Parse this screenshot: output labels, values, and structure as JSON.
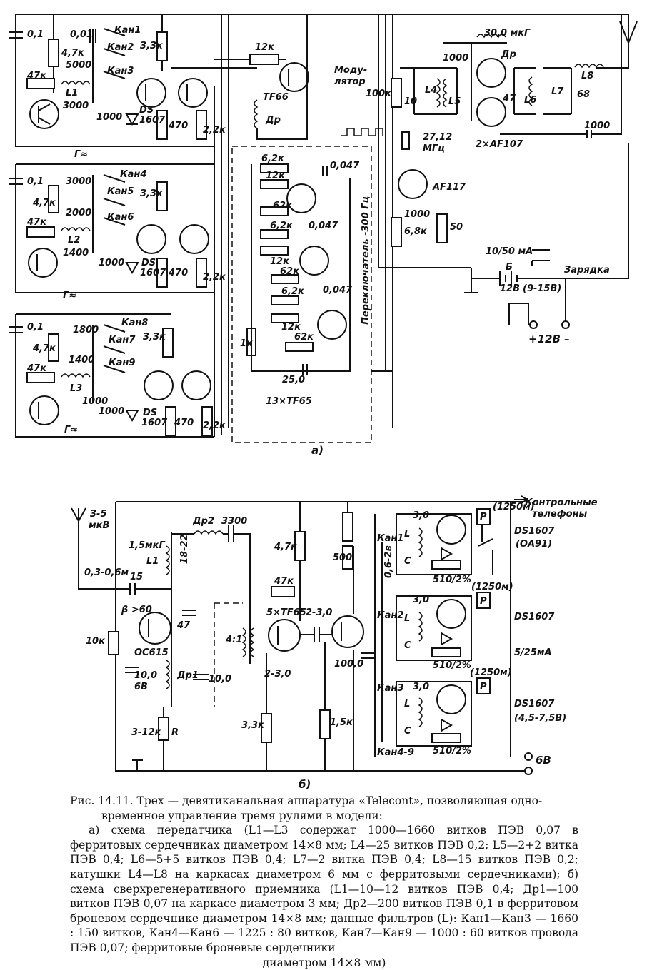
{
  "figure": {
    "part_a_label": "а)",
    "part_b_label": "б)"
  },
  "transmitter": {
    "transistor_labels": {
      "tf66": "TF66",
      "tf65_count": "13×TF65",
      "af117": "AF117",
      "af107": "2×AF107"
    },
    "modulator_label": [
      "Моду-",
      "лятор"
    ],
    "switch_label": "Переключатель -300 Гц",
    "crystal_label": [
      "27,12",
      "МГц"
    ],
    "choke_label": "30,0 мкГ",
    "charge_label": "Зарядка",
    "battery_label": "Б",
    "battery_current": "10/50 мА",
    "battery_voltage": "12В",
    "battery_range": "(9-15В)",
    "supply_label": "+12В –",
    "generator_label": "Г≈",
    "channels": [
      {
        "caps": [
          "0,01",
          "5000",
          "3000"
        ],
        "keys": [
          "Кан1",
          "Кан2",
          "Кан3"
        ],
        "coil": "L1"
      },
      {
        "caps": [
          "3000",
          "2000",
          "1400"
        ],
        "keys": [
          "Кан4",
          "Кан5",
          "Кан6"
        ],
        "coil": "L2"
      },
      {
        "caps": [
          "1800",
          "1400",
          "1000"
        ],
        "keys": [
          "Кан8",
          "Кан7",
          "Кан9"
        ],
        "coil": "L3"
      }
    ],
    "labels": {
      "c01": "0,1",
      "r47k": "4,7к",
      "r47": "47к",
      "r33k": "3,3к",
      "c1000": "1000",
      "diode": "DS",
      "diode2": "1607",
      "r470": "470",
      "r22k": "2,2к",
      "r12k": "12к",
      "dr": "Др",
      "r100k": "100к",
      "r62k": "6,2к",
      "c0047": "0,047",
      "r62": "62к",
      "r1k": "1к",
      "c250": "25,0",
      "c10": "10",
      "l4": "L4",
      "l5": "L5",
      "l6": "L6",
      "l7": "L7",
      "l8": "L8",
      "c47": "47",
      "c68": "68",
      "r68k": "6,8к",
      "r50": "50"
    }
  },
  "receiver": {
    "antenna_label": [
      "3-5",
      "мкВ"
    ],
    "antenna_cap": "0,3-0,6м",
    "coil_l1": "1,5мкГ",
    "l1": "L1",
    "c_trim": "18-22",
    "c15": "15",
    "beta": "β >60",
    "r10k": "10к",
    "transistor": "OC615",
    "c47": "47",
    "c100": "10,0",
    "c6v": "6В",
    "dr1": "Др1",
    "dr2": "Др2",
    "c3300": "3300",
    "r3_12k": "3-12к",
    "r_label": "R",
    "trans_ratio": "4:1",
    "r47k": "4,7к",
    "r47k2": "47к",
    "tf65": "5×TF65",
    "c23": "2-3,0",
    "r33k": "3,3к",
    "r500": "500",
    "r15k": "1,5к",
    "c1000": "100,0",
    "range": "0,6-2в",
    "channels": [
      "Кан1",
      "Кан2",
      "Кан3",
      "Кан4-9"
    ],
    "headphones": [
      "Контрольные",
      "телефоны"
    ],
    "relay": "P",
    "relay_ohm": "(1250м)",
    "cap3": "3,0",
    "filter_l": "L",
    "filter_c": "C",
    "res_510": "510/2%",
    "diode": "DS1607",
    "diode_note": "(OA91)",
    "current": "5/25мА",
    "voltage_range": "(4,5-7,5В)",
    "supply": "6В"
  },
  "caption": {
    "line1": "Рис. 14.11. Трех — девятиканальная аппаратура «Telecont», позволяющая одно-",
    "line2": "временное управление тремя рулями в модели:",
    "part_a": "а) схема передатчика (L1—L3 содержат 1000—1660 витков ПЭВ 0,07 в ферритовых сердечниках диаметром 14×8 мм; L4—25 витков ПЭВ 0,2; L5—2+2 витка ПЭВ 0,4; L6—5+5 витков ПЭВ 0,4; L7—2 витка ПЭВ 0,4; L8—15 витков ПЭВ 0,2; катушки L4—L8 на каркасах диаметром 6 мм с ферритовыми сердечниками); б) схема сверхрегенеративного приемника (L1—10—12 витков ПЭВ 0,4; Др1—100 витков ПЭВ 0,07 на каркасе диаметром 3 мм; Др2—200 витков ПЭВ 0,1 в ферритовом броневом сердечнике диаметром 14×8 мм; данные фильтров (L): Кан1—Кан3 — 1660 : 150 витков, Кан4—Кан6 — 1225 : 80 витков, Кан7—Кан9 — 1000 : 60 витков провода ПЭВ 0,07; ферритовые броневые сердечники",
    "last": "диаметром 14×8 мм)"
  }
}
